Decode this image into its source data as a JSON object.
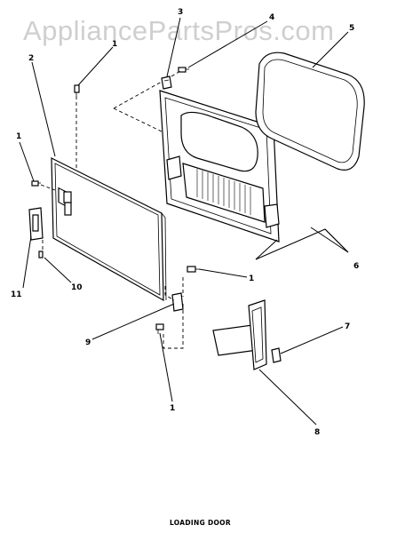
{
  "watermark": "AppliancePartsPros.com",
  "caption": "LOADING DOOR",
  "callouts": {
    "c1a": "1",
    "c1b": "1",
    "c1c": "1",
    "c1d": "1",
    "c2": "2",
    "c3": "3",
    "c4": "4",
    "c5": "5",
    "c6": "6",
    "c7": "7",
    "c8": "8",
    "c9": "9",
    "c10": "10",
    "c11": "11"
  },
  "icons": {
    "door-panel": "door-panel-icon",
    "door-frame": "door-frame-icon",
    "gasket": "gasket-icon",
    "hinge": "hinge-icon",
    "screw": "screw-icon",
    "latch": "latch-icon",
    "strike": "strike-icon"
  }
}
